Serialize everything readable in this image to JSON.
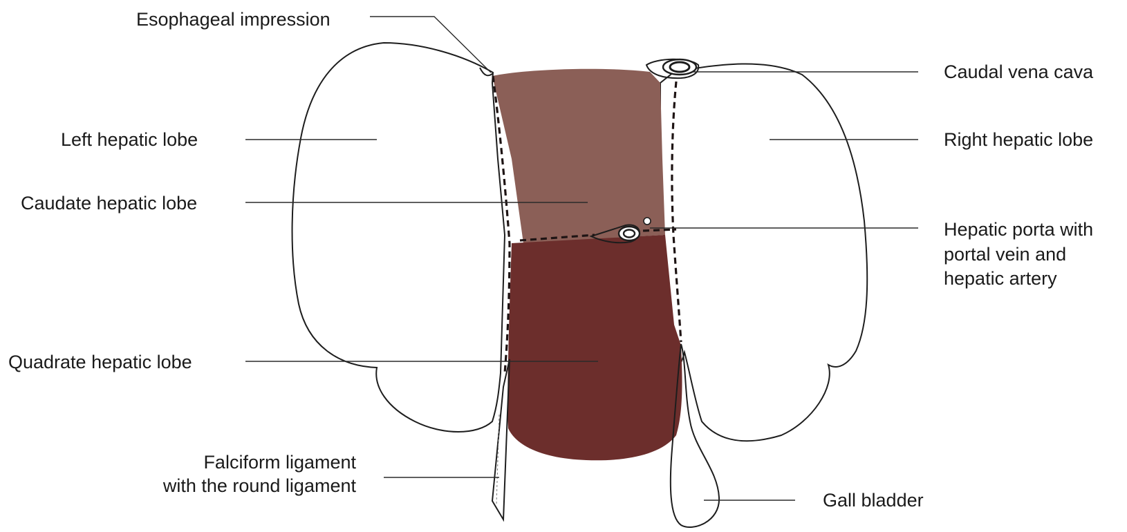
{
  "labels": {
    "esophageal_impression": "Esophageal impression",
    "caudal_vena_cava": "Caudal vena cava",
    "left_hepatic_lobe": "Left hepatic lobe",
    "right_hepatic_lobe": "Right hepatic lobe",
    "caudate_hepatic_lobe": "Caudate hepatic lobe",
    "hepatic_porta_line1": "Hepatic porta with",
    "hepatic_porta_line2": "portal vein and",
    "hepatic_porta_line3": "hepatic artery",
    "quadrate_hepatic_lobe": "Quadrate hepatic lobe",
    "falciform_line1": "Falciform ligament",
    "falciform_line2": "with the round ligament",
    "gall_bladder": "Gall bladder"
  },
  "colors": {
    "lateral_lobes": "#a7847b",
    "caudate_lobe": "#8b5f57",
    "quadrate_lobe": "#6c2e2c",
    "outline": "#1d1d1d",
    "label_text": "#1a1a1a",
    "background": "#ffffff"
  }
}
